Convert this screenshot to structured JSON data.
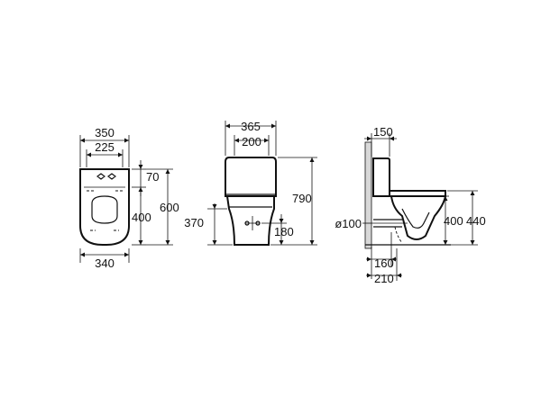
{
  "top_view": {
    "width_350": "350",
    "width_225": "225",
    "width_340": "340",
    "dim_70": "70",
    "dim_400": "400",
    "dim_600": "600"
  },
  "front_view": {
    "width_365": "365",
    "width_200": "200",
    "height_790": "790",
    "height_370": "370",
    "height_180": "180"
  },
  "side_view": {
    "depth_150": "150",
    "pipe_diameter": "ø100",
    "height_400": "400",
    "height_440": "440",
    "depth_160": "160",
    "depth_210": "210"
  }
}
